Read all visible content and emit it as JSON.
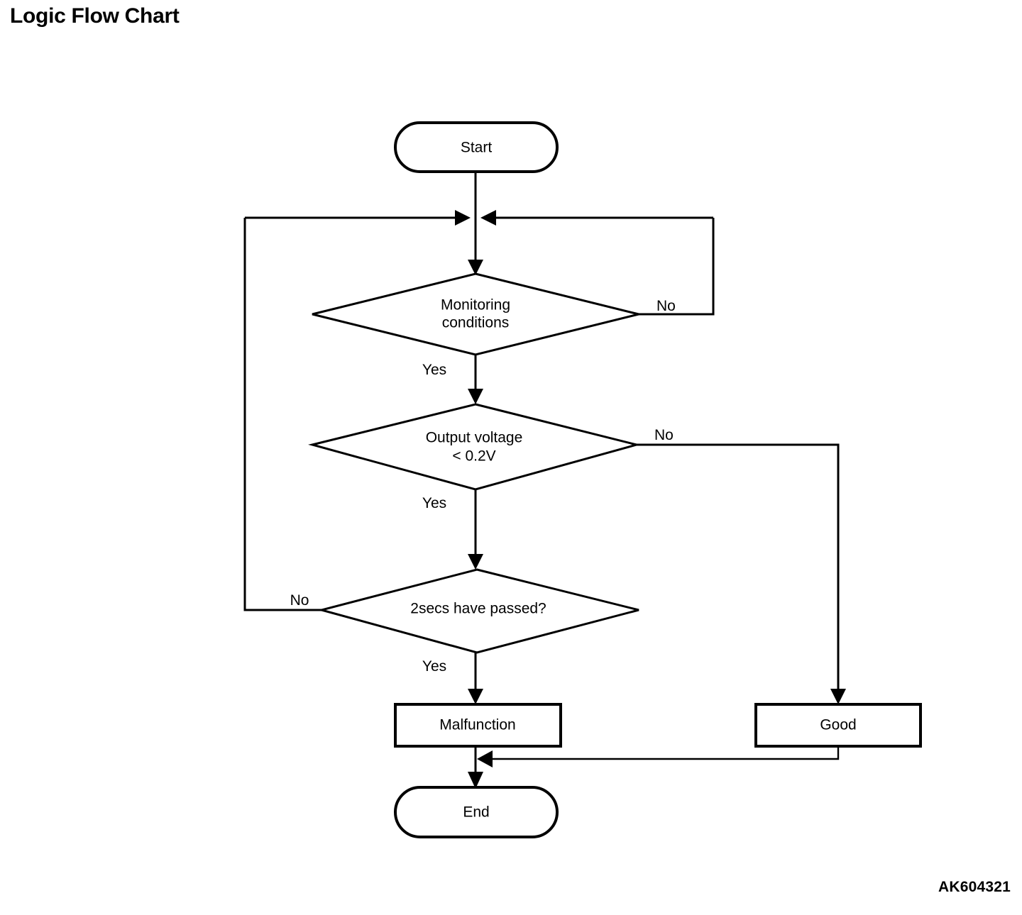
{
  "title": "Logic Flow Chart",
  "figure_code": "AK604321",
  "colors": {
    "background": "#ffffff",
    "stroke": "#000000",
    "text": "#000000"
  },
  "chart_data": {
    "type": "diagram",
    "subtype": "flowchart",
    "title": "Logic Flow Chart",
    "nodes": [
      {
        "id": "start",
        "shape": "stadium",
        "label": "Start"
      },
      {
        "id": "monitoring",
        "shape": "diamond",
        "label": "Monitoring conditions",
        "label_lines": [
          "Monitoring",
          "conditions"
        ]
      },
      {
        "id": "voltage",
        "shape": "diamond",
        "label": "Output voltage < 0.2V",
        "label_lines": [
          "Output voltage",
          "< 0.2V"
        ]
      },
      {
        "id": "timer",
        "shape": "diamond",
        "label": "2secs have passed?",
        "label_lines": [
          "2secs have passed?"
        ]
      },
      {
        "id": "malfunction",
        "shape": "rectangle",
        "label": "Malfunction"
      },
      {
        "id": "good",
        "shape": "rectangle",
        "label": "Good"
      },
      {
        "id": "end",
        "shape": "stadium",
        "label": "End"
      }
    ],
    "edges": [
      {
        "from": "start",
        "to": "monitoring",
        "label": ""
      },
      {
        "from": "monitoring",
        "to": "voltage",
        "label": "Yes"
      },
      {
        "from": "monitoring",
        "to": "monitoring",
        "label": "No",
        "route": "right-loop-to-merge"
      },
      {
        "from": "voltage",
        "to": "timer",
        "label": "Yes"
      },
      {
        "from": "voltage",
        "to": "good",
        "label": "No",
        "route": "right-down"
      },
      {
        "from": "timer",
        "to": "malfunction",
        "label": "Yes"
      },
      {
        "from": "timer",
        "to": "monitoring",
        "label": "No",
        "route": "left-loop-to-merge"
      },
      {
        "from": "malfunction",
        "to": "end",
        "label": ""
      },
      {
        "from": "good",
        "to": "end",
        "label": "",
        "route": "down-left-merge"
      }
    ]
  },
  "nodes": {
    "start": {
      "label": "Start"
    },
    "monitoring": {
      "line1": "Monitoring",
      "line2": "conditions"
    },
    "voltage": {
      "line1": "Output voltage",
      "line2": "< 0.2V"
    },
    "timer": {
      "label": "2secs have passed?"
    },
    "malfunction": {
      "label": "Malfunction"
    },
    "good": {
      "label": "Good"
    },
    "end": {
      "label": "End"
    }
  },
  "labels": {
    "monitoring_yes": "Yes",
    "monitoring_no": "No",
    "voltage_yes": "Yes",
    "voltage_no": "No",
    "timer_yes": "Yes",
    "timer_no": "No"
  }
}
